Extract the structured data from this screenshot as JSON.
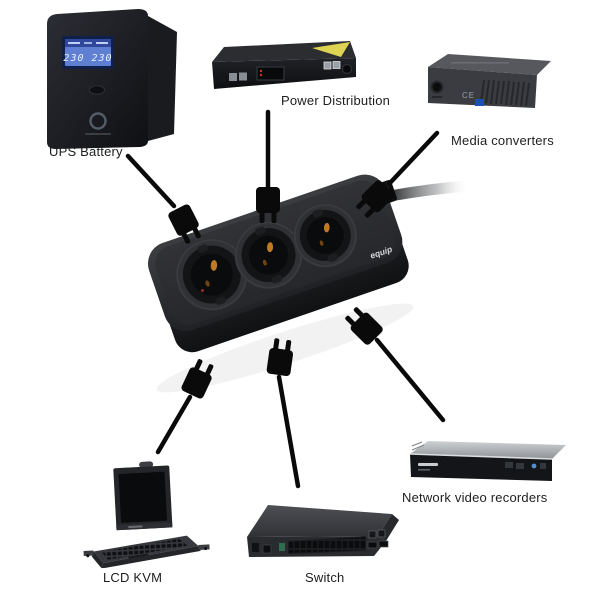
{
  "diagram": {
    "background_color": "#ffffff",
    "cable_color": "#0a0a0a",
    "center_device": {
      "name": "power-strip",
      "description": "3-socket power strip",
      "brand_label": "equip",
      "socket_count": 3
    },
    "devices": [
      {
        "id": "ups-battery",
        "label": "UPS Battery",
        "lcd_value": "230 230"
      },
      {
        "id": "power-distribution",
        "label": "Power Distribution"
      },
      {
        "id": "media-converters",
        "label": "Media converters",
        "ce_mark": "CE"
      },
      {
        "id": "network-video-recorders",
        "label": "Network video recorders"
      },
      {
        "id": "lcd-kvm",
        "label": "LCD KVM"
      },
      {
        "id": "switch",
        "label": "Switch"
      }
    ],
    "connections": [
      {
        "from": "ups-battery",
        "to": "power-strip"
      },
      {
        "from": "power-distribution",
        "to": "power-strip"
      },
      {
        "from": "media-converters",
        "to": "power-strip"
      },
      {
        "from": "network-video-recorders",
        "to": "power-strip"
      },
      {
        "from": "lcd-kvm",
        "to": "power-strip"
      },
      {
        "from": "switch",
        "to": "power-strip"
      }
    ]
  }
}
